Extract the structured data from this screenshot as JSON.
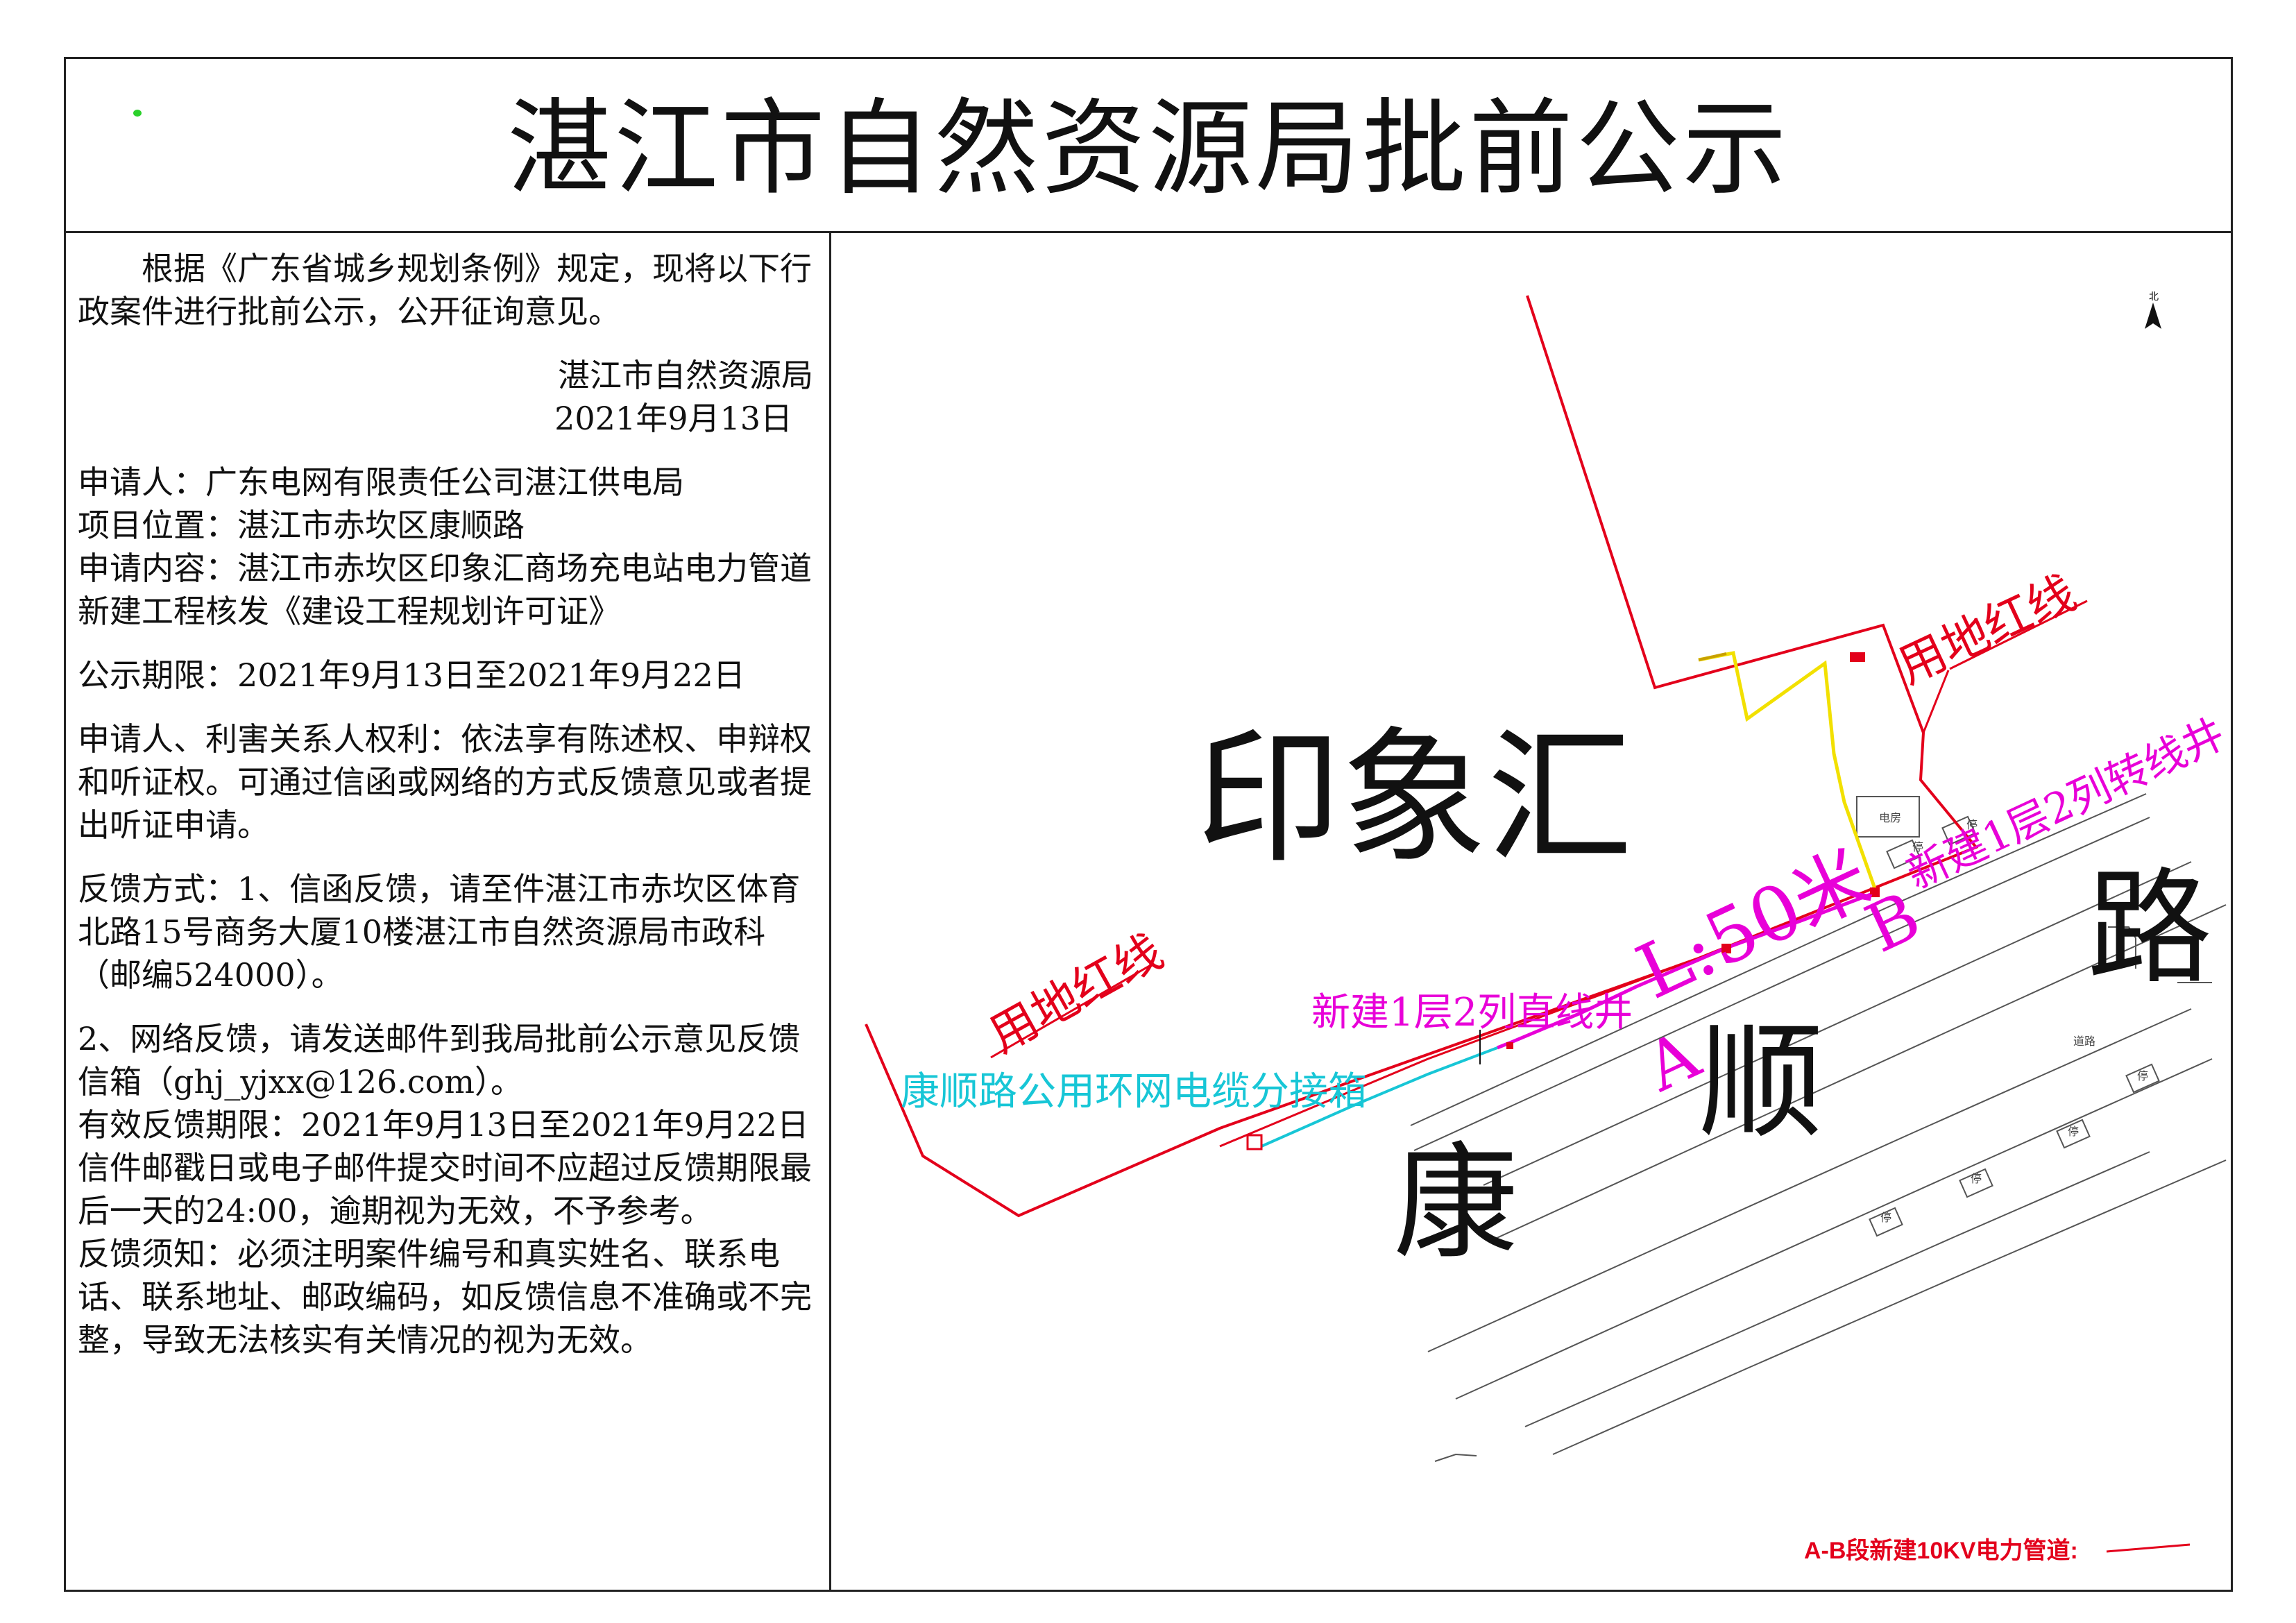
{
  "title": "湛江市自然资源局批前公示",
  "notice": {
    "intro": "根据《广东省城乡规划条例》规定，现将以下行政案件进行批前公示，公开征询意见。",
    "issuer": "湛江市自然资源局",
    "date": "2021年9月13日",
    "applicant": "申请人：广东电网有限责任公司湛江供电局",
    "location": "项目位置：湛江市赤坎区康顺路",
    "content": "申请内容：湛江市赤坎区印象汇商场充电站电力管道新建工程核发《建设工程规划许可证》",
    "period": "公示期限：2021年9月13日至2021年9月22日",
    "rights": "申请人、利害关系人权利：依法享有陈述权、申辩权和听证权。可通过信函或网络的方式反馈意见或者提出听证申请。",
    "feedback1": "反馈方式：1、信函反馈，请至件湛江市赤坎区体育北路15号商务大厦10楼湛江市自然资源局市政科（邮编524000）。",
    "feedback2": "2、网络反馈，请发送邮件到我局批前公示意见反馈信箱（ghj_yjxx@126.com）。",
    "valid_period": "有效反馈期限：2021年9月13日至2021年9月22日",
    "deadline_note": "信件邮戳日或电子邮件提交时间不应超过反馈期限最后一天的24:00，逾期视为无效，不予参考。",
    "notes": "反馈须知：必须注明案件编号和真实姓名、联系电话、联系地址、邮政编码，如反馈信息不准确或不完整，导致无法核实有关情况的视为无效。"
  },
  "map": {
    "site_name": "印象汇",
    "road_chars": [
      "康",
      "顺",
      "路"
    ],
    "redline_label_1": "用地红线",
    "redline_label_2": "用地红线",
    "length_label": "L:50米",
    "point_a": "A",
    "point_b": "B",
    "straight_well": "新建1层2列直线井",
    "turn_well": "新建1层2列转线井",
    "cable_box": "康顺路公用环网电缆分接箱",
    "legend": "A-B段新建10KV电力管道:",
    "north_label": "北",
    "small_labels": [
      "电房",
      "停",
      "停",
      "道路",
      "停",
      "停",
      "停",
      "停"
    ],
    "colors": {
      "redline": "#e3001b",
      "pipe": "#e800d8",
      "cable_box": "#17c6d6",
      "cable_route": "#f2e000",
      "base": "#555555"
    }
  }
}
